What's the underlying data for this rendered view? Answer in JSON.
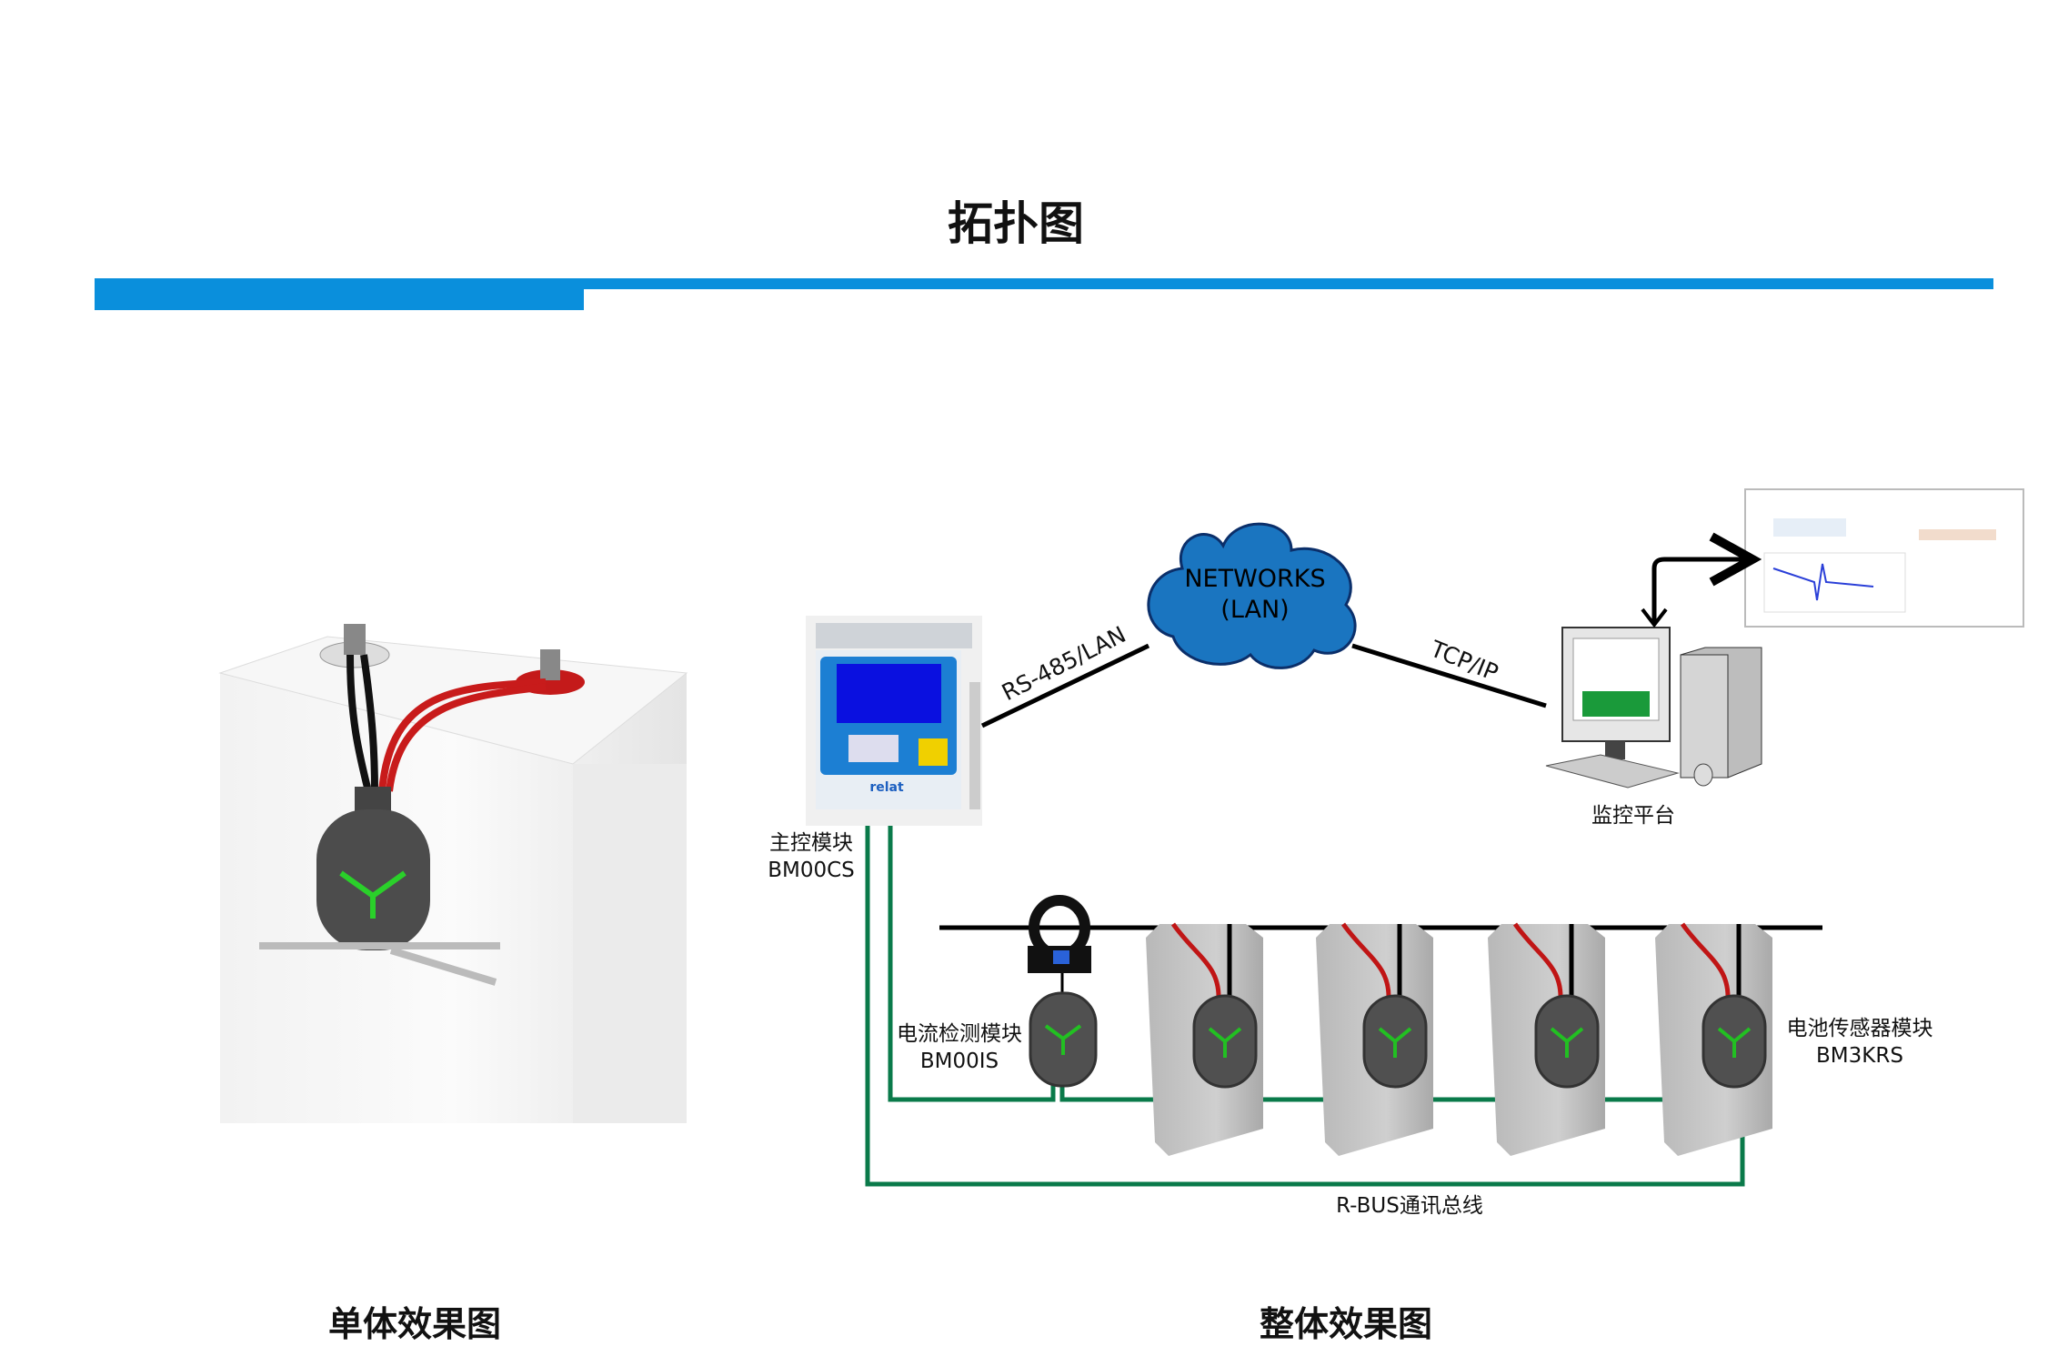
{
  "title": "拓扑图",
  "colors": {
    "accent_bar": "#0a8fdc",
    "bus_line": "#0a7a4a",
    "cloud": "#1a75c0",
    "power_line": "#000000"
  },
  "single_view": {
    "caption": "单体效果图"
  },
  "system_view": {
    "caption": "整体效果图"
  },
  "network": {
    "cloud_line1": "NETWORKS",
    "cloud_line2": "(LAN)",
    "link_left": "RS-485/LAN",
    "link_right": "TCP/IP"
  },
  "controller": {
    "name": "主控模块",
    "model": "BM00CS"
  },
  "platform": {
    "name": "监控平台"
  },
  "current_module": {
    "name": "电流检测模块",
    "model": "BM00IS"
  },
  "battery_module": {
    "name": "电池传感器模块",
    "model": "BM3KRS"
  },
  "bus": {
    "label": "R-BUS通讯总线"
  }
}
